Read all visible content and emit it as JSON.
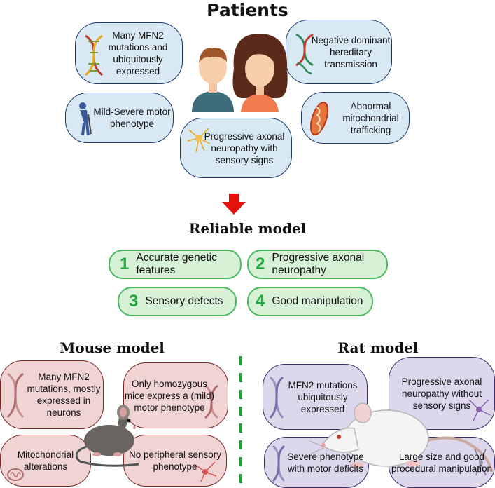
{
  "patients": {
    "title": "Patients",
    "bubbles": [
      "Many MFN2 mutations and ubiquitously expressed",
      "Negative dominant hereditary transmission",
      "Mild-Severe motor phenotype",
      "Abnormal mitochondrial trafficking",
      "Progressive axonal neuropathy with sensory signs"
    ]
  },
  "reliable": {
    "title": "Reliable model",
    "criteria": [
      {
        "num": "1",
        "label": "Accurate genetic features"
      },
      {
        "num": "2",
        "label": "Progressive axonal neuropathy"
      },
      {
        "num": "3",
        "label": "Sensory defects"
      },
      {
        "num": "4",
        "label": "Good manipulation"
      }
    ]
  },
  "mouse": {
    "title": "Mouse model",
    "bubbles": [
      "Many MFN2 mutations, mostly expressed in neurons",
      "Only homozygous mice express a (mild) motor phenotype",
      "Mitochondrial alterations",
      "No peripheral sensory phenotype"
    ]
  },
  "rat": {
    "title": "Rat model",
    "bubbles": [
      "MFN2 mutations ubiquitously expressed",
      "Progressive axonal neuropathy without sensory signs",
      "Severe phenotype with motor deficits",
      "Large size and good procedural manipulation"
    ]
  },
  "colors": {
    "patient_fill": "#d8e9f4",
    "mouse_fill": "#f0d3d3",
    "rat_fill": "#ddd7ec",
    "criteria_fill": "#d7f1d6",
    "criteria_border": "#4cb861",
    "number_green": "#1faa3d",
    "arrow_red": "#e3120b",
    "divider_green": "#21a038"
  }
}
